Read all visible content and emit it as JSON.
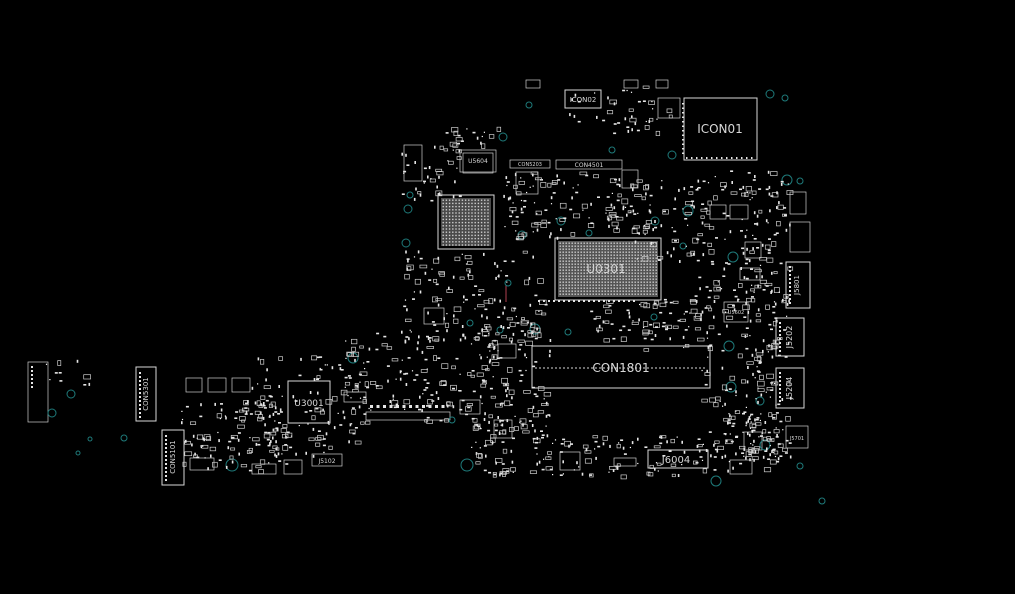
{
  "colors": {
    "background": "#000000",
    "silkscreen": "#d8d8d8",
    "via": "#1e7a7a",
    "trace": "#b04050"
  },
  "labels": {
    "icon01": "ICON01",
    "icon02": "ICON02",
    "u0301": "U0301",
    "con1801": "CON1801",
    "u3001": "U3001",
    "j6004": "J6004",
    "con5301": "CON5301",
    "con5101": "CON5101",
    "j5202": "J5202",
    "j5204": "J5204",
    "j5801": "J5801",
    "u5604": "U5604",
    "con4501": "CON4501",
    "con5203": "CON5203",
    "j5102": "J5102",
    "u5602": "U5602",
    "j5701": "J5701"
  }
}
